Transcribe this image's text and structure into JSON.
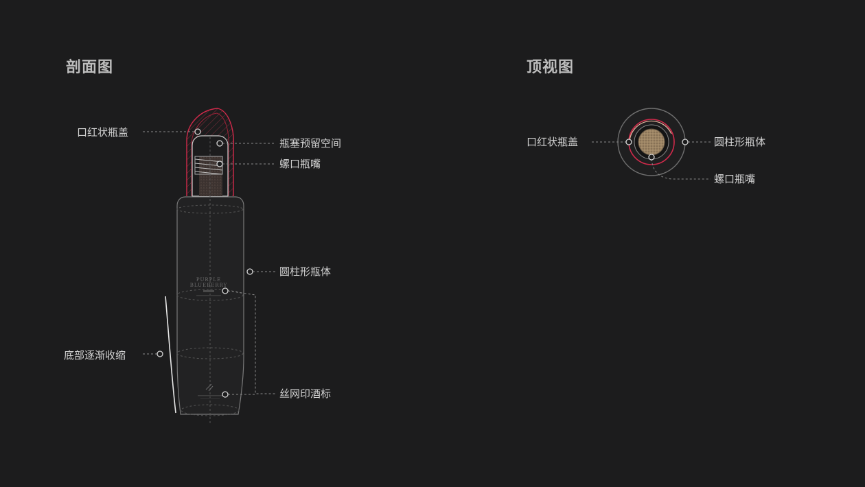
{
  "section": {
    "section_title": "剖面图",
    "top_view_title": "顶视图"
  },
  "section_labels": {
    "cap": "口红状瓶盖",
    "stopper_space": "瓶塞预留空间",
    "screw_neck": "螺口瓶嘴",
    "body": "圆柱形瓶体",
    "bottom": "底部逐渐收缩",
    "print_label": "丝网印酒标"
  },
  "top_labels": {
    "cap": "口红状瓶盖",
    "body": "圆柱形瓶体",
    "screw_neck": "螺口瓶嘴"
  },
  "bottle_text": {
    "line1": "PURPLE",
    "line2": "BLUEBERRY"
  },
  "colors": {
    "background": "#1c1c1d",
    "accent": "#d12a4b",
    "cork": "#a58a67",
    "line": "#8a8a8a"
  }
}
